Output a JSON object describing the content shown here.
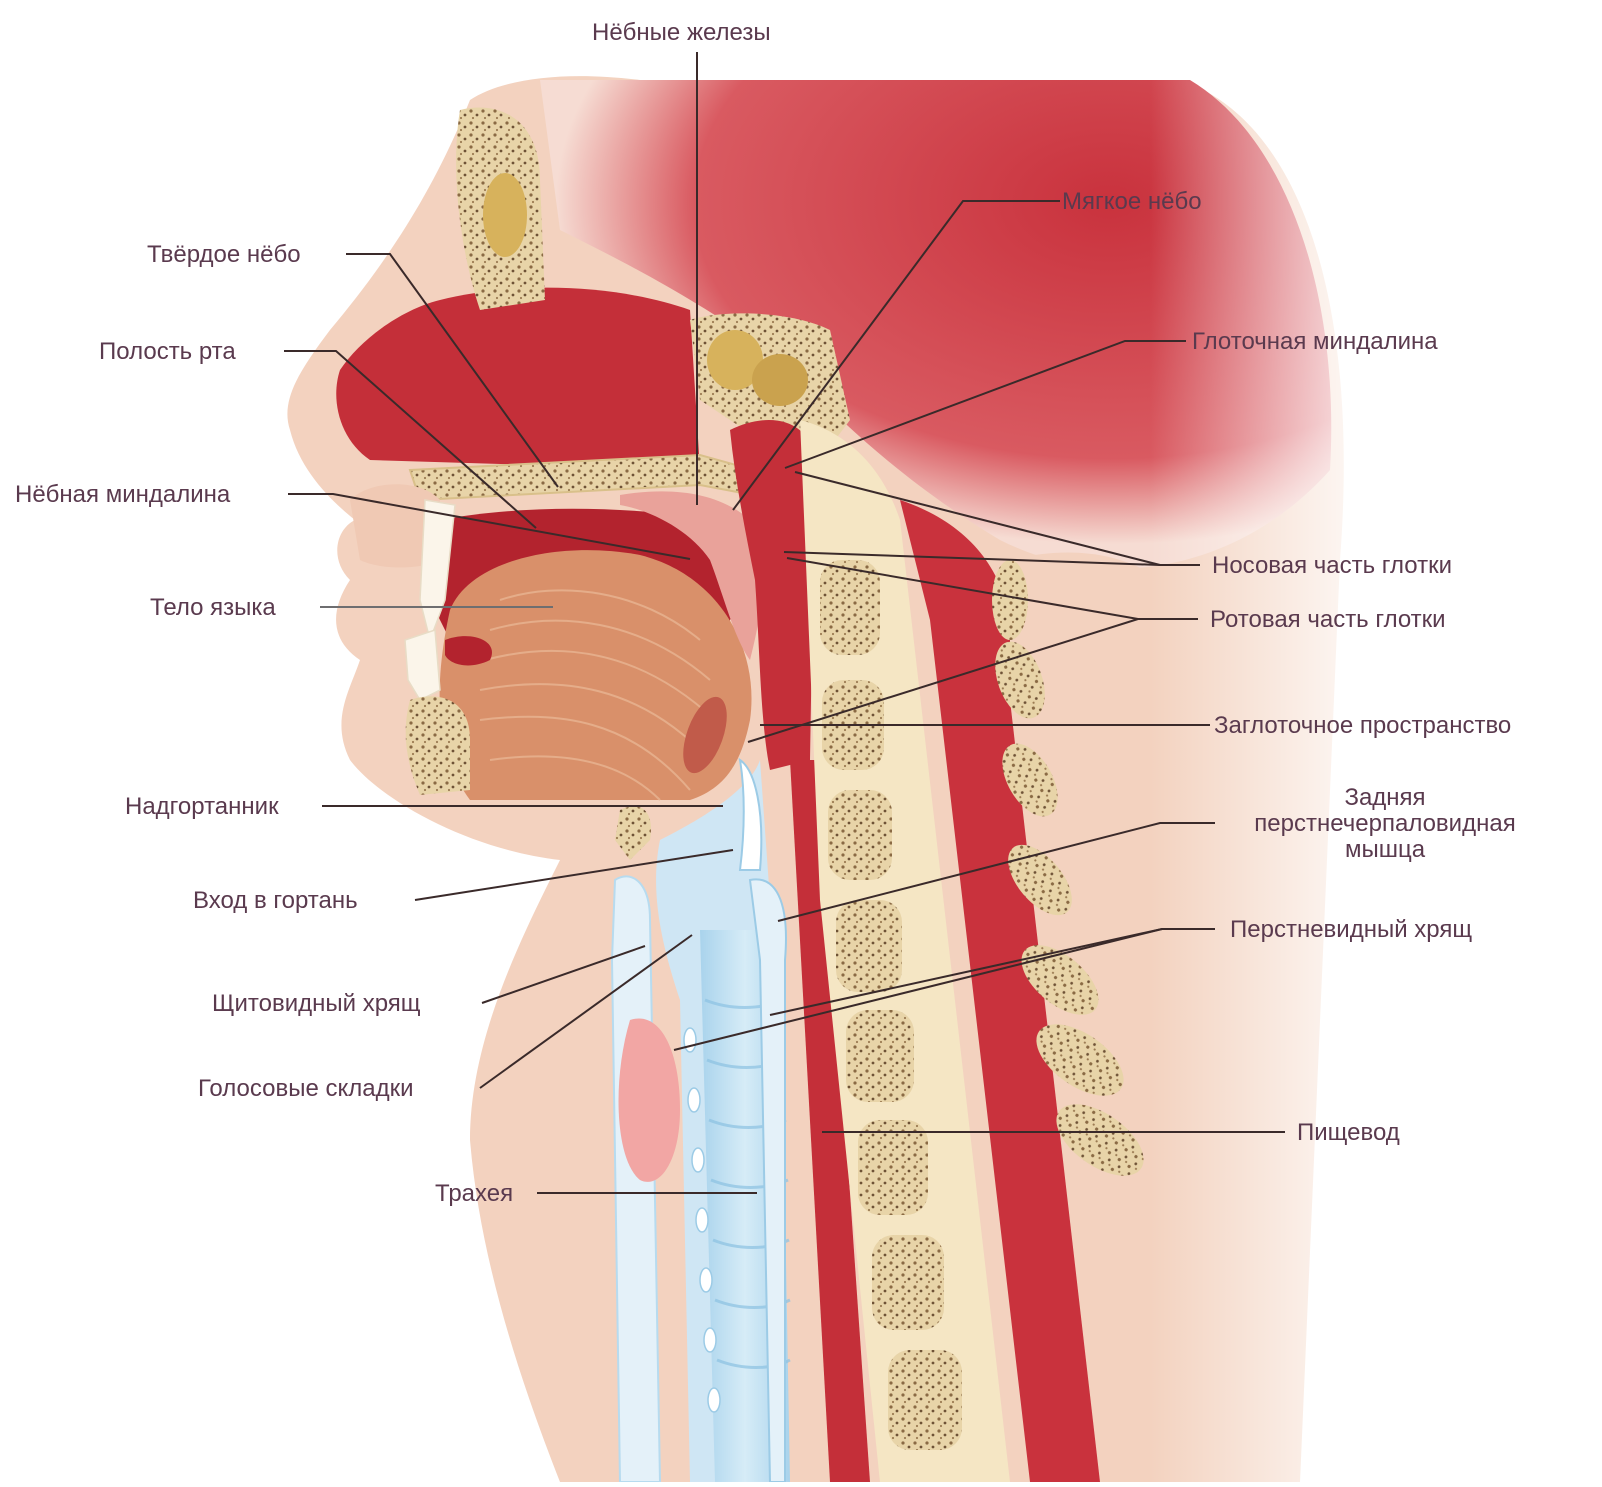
{
  "labels": {
    "palatine_glands": "Нёбные железы",
    "soft_palate": "Мягкое нёбо",
    "hard_palate": "Твёрдое нёбо",
    "oral_cavity": "Полость рта",
    "pharyngeal_tonsil": "Глоточная миндалина",
    "palatine_tonsil": "Нёбная миндалина",
    "nasopharynx": "Носовая часть глотки",
    "oropharynx": "Ротовая часть глотки",
    "tongue_body": "Тело языка",
    "retropharyngeal_space": "Заглоточное пространство",
    "epiglottis": "Надгортанник",
    "posterior_cricoarytenoid_1": "Задняя",
    "posterior_cricoarytenoid_2": "перстнечерпаловидная",
    "posterior_cricoarytenoid_3": "мышца",
    "larynx_inlet": "Вход в гортань",
    "cricoid_cartilage": "Перстневидный хрящ",
    "thyroid_cartilage": "Щитовидный хрящ",
    "vocal_folds": "Голосовые складки",
    "esophagus": "Пищевод",
    "trachea": "Трахея"
  },
  "colors": {
    "muscle_red": "#c9323d",
    "cavity_red": "#b3232e",
    "skin": "#f3d2bf",
    "bone": "#f5e6c4",
    "tongue": "#d9906a",
    "airway_blue": "#bfe0f2",
    "label_text": "#5a3a4e"
  }
}
